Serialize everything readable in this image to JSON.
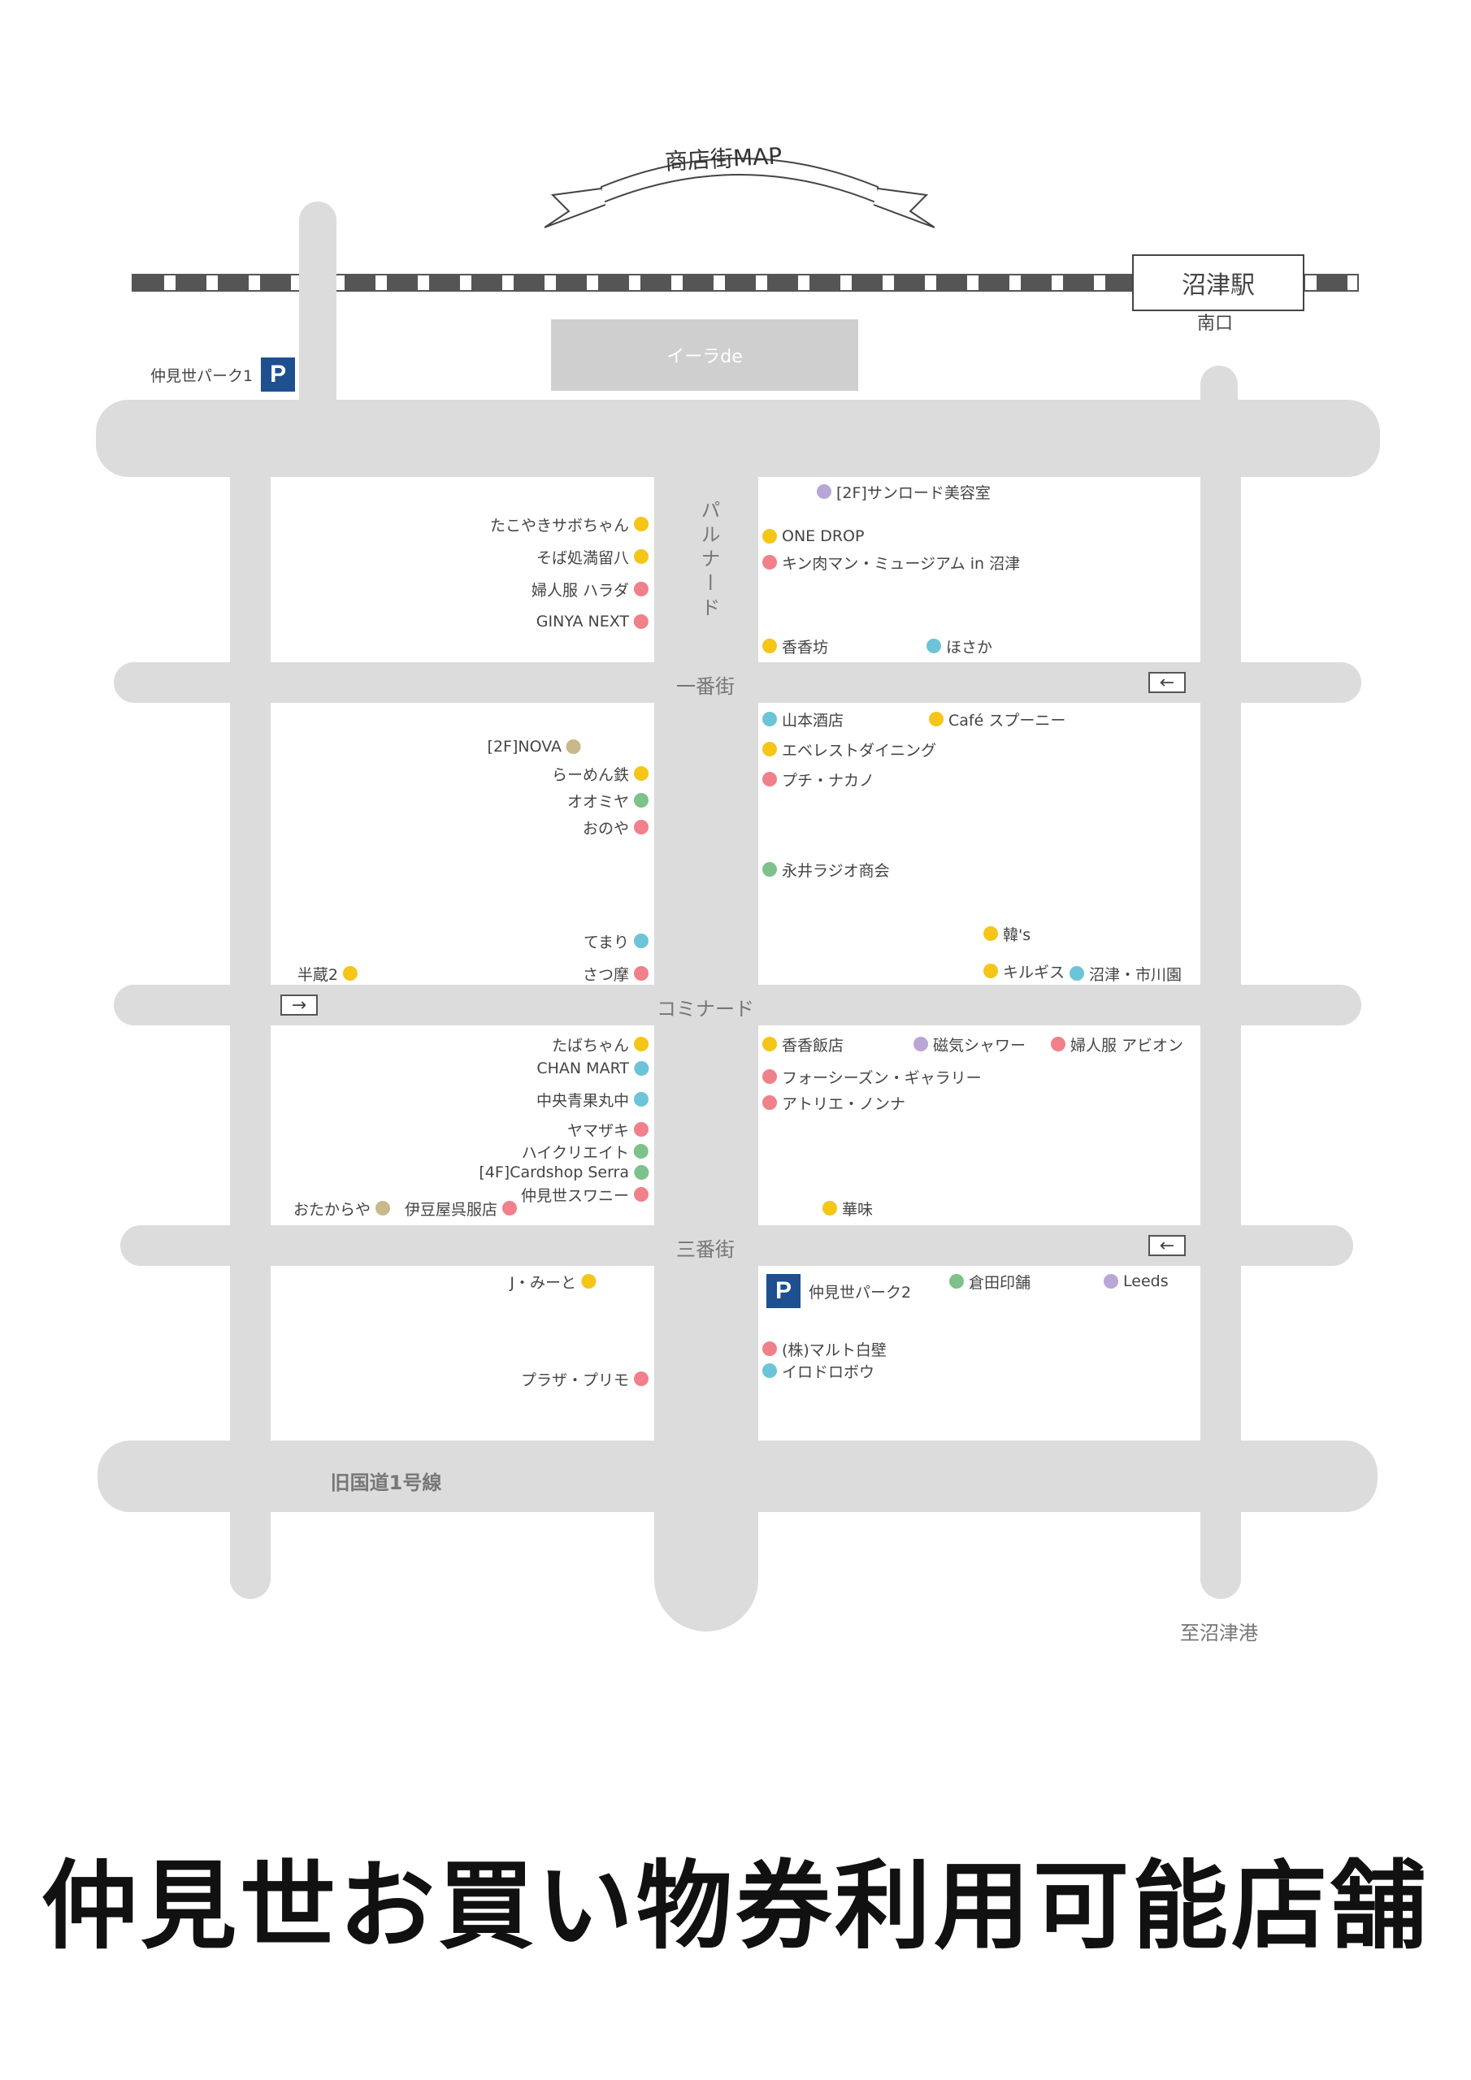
{
  "banner": "商店街MAP",
  "station": {
    "name": "沼津駅",
    "exit": "南口"
  },
  "building": "イーラde",
  "parking": {
    "park1": {
      "symbol": "P",
      "label": "仲見世パーク1"
    },
    "park2": {
      "symbol": "P",
      "label": "仲見世パーク2"
    }
  },
  "roads": {
    "parunado": "パルナード",
    "ichibangai": "一番街",
    "kominado": "コミナード",
    "sanbangai": "三番街",
    "kokudo": "旧国道1号線",
    "port": "至沼津港"
  },
  "arrows": {
    "left": "←",
    "right": "→"
  },
  "colors": {
    "yellow": "#f5c518",
    "pink": "#f0808a",
    "green": "#7cc28a",
    "blue": "#6cc4d8",
    "purple": "#b8a6d6",
    "tan": "#c8b88a"
  },
  "shops": {
    "s01": "[2F]サンロード美容室",
    "s02": "たこやきサボちゃん",
    "s03": "ONE DROP",
    "s04": "そば処満留八",
    "s05": "キン肉マン・ミュージアム in 沼津",
    "s06": "婦人服 ハラダ",
    "s07": "GINYA NEXT",
    "s08": "香香坊",
    "s09": "ほさか",
    "s10": "山本酒店",
    "s11": "Café スプーニー",
    "s12": "[2F]NOVA",
    "s13": "エベレストダイニング",
    "s14": "らーめん鉄",
    "s15": "プチ・ナカノ",
    "s16": "オオミヤ",
    "s17": "おのや",
    "s18": "永井ラジオ商会",
    "s19": "韓's",
    "s20": "てまり",
    "s21": "半蔵2",
    "s22": "さつ摩",
    "s23": "キルギス",
    "s24": "沼津・市川園",
    "s25": "たばちゃん",
    "s26": "香香飯店",
    "s27": "磁気シャワー",
    "s28": "婦人服 アビオン",
    "s29": "CHAN MART",
    "s30": "フォーシーズン・ギャラリー",
    "s31": "中央青果丸中",
    "s32": "アトリエ・ノンナ",
    "s33": "ヤマザキ",
    "s34": "ハイクリエイト",
    "s35": "[4F]Cardshop Serra",
    "s36": "仲見世スワニー",
    "s37": "おたからや",
    "s38": "伊豆屋呉服店",
    "s39": "華味",
    "s40": "J・みーと",
    "s41": "倉田印舗",
    "s42": "Leeds",
    "s43": "(株)マルト白壁",
    "s44": "イロドロボウ",
    "s45": "プラザ・プリモ"
  },
  "caption": "仲見世お買い物券利用可能店舗"
}
